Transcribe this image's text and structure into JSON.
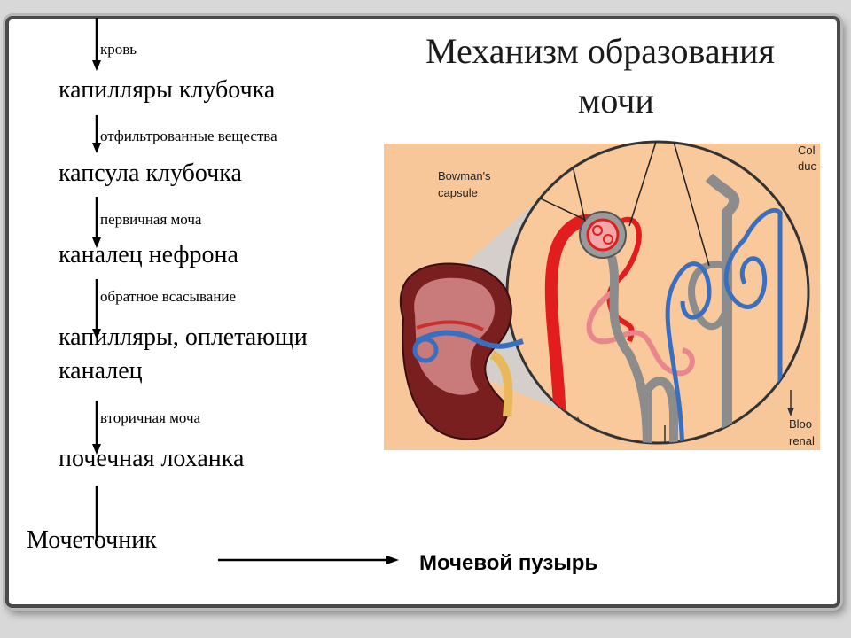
{
  "title": {
    "line1": "Механизм образования",
    "line2": "мочи"
  },
  "flow": {
    "blood": "кровь",
    "glomerular_capillaries": "капилляры клубочка",
    "filtered_substances": "отфильтрованные вещества",
    "glomerular_capsule": "капсула клубочка",
    "primary_urine": "первичная моча",
    "nephron_tubule": "каналец нефрона",
    "reabsorption": "обратное всасывание",
    "capillaries_line1": "капилляры, оплетающи",
    "capillaries_line2": "каналец",
    "secondary_urine": "вторичная моча",
    "renal_pelvis": "почечная лоханка",
    "ureter": "Мочеточник",
    "bladder": "Мочевой пузырь"
  },
  "illustration": {
    "bowman_line1": "Bowman's",
    "bowman_line2": "capsule",
    "collecting_line1": "Col",
    "collecting_line2": "duc",
    "blood_line1": "Bloo",
    "blood_line2": "renal"
  },
  "colors": {
    "artery": "#e21d1d",
    "vein": "#3a6fbf",
    "tubule": "#8c8c8c",
    "background_tissue": "#f7c79a",
    "kidney": "#7a1f1f"
  }
}
